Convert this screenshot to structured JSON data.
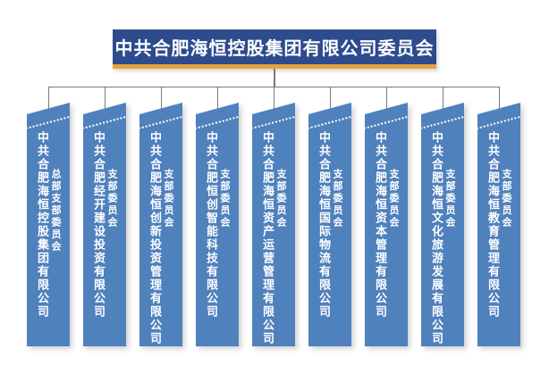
{
  "org_chart": {
    "root": {
      "title": "中共合肥海恒控股集团有限公司委员会"
    },
    "branches": [
      {
        "company": "中共合肥海恒控股集团有限公司",
        "committee": "总部支部委员会"
      },
      {
        "company": "中共合肥经开建设投资有限公司",
        "committee": "支部委员会"
      },
      {
        "company": "中共合肥海恒创新投资管理有限公司",
        "committee": "支部委员会"
      },
      {
        "company": "中共合肥恒创智能科技有限公司",
        "committee": "支部委员会"
      },
      {
        "company": "中共合肥海恒资产运营管理有限公司",
        "committee": "支部委员会"
      },
      {
        "company": "中共合肥海恒国际物流有限公司",
        "committee": "支部委员会"
      },
      {
        "company": "中共合肥海恒资本管理有限公司",
        "committee": "支部委员会"
      },
      {
        "company": "中共合肥海恒文化旅游发展有限公司",
        "committee": "支部委员会"
      },
      {
        "company": "中共合肥海恒教育管理有限公司",
        "committee": "支部委员会"
      }
    ],
    "colors": {
      "root_box": "#2d4b8d",
      "root_underline": "#e8a33c",
      "branch_box": "#4f81bd",
      "connector_line": "#7a7a7a",
      "text": "#ffffff"
    }
  }
}
